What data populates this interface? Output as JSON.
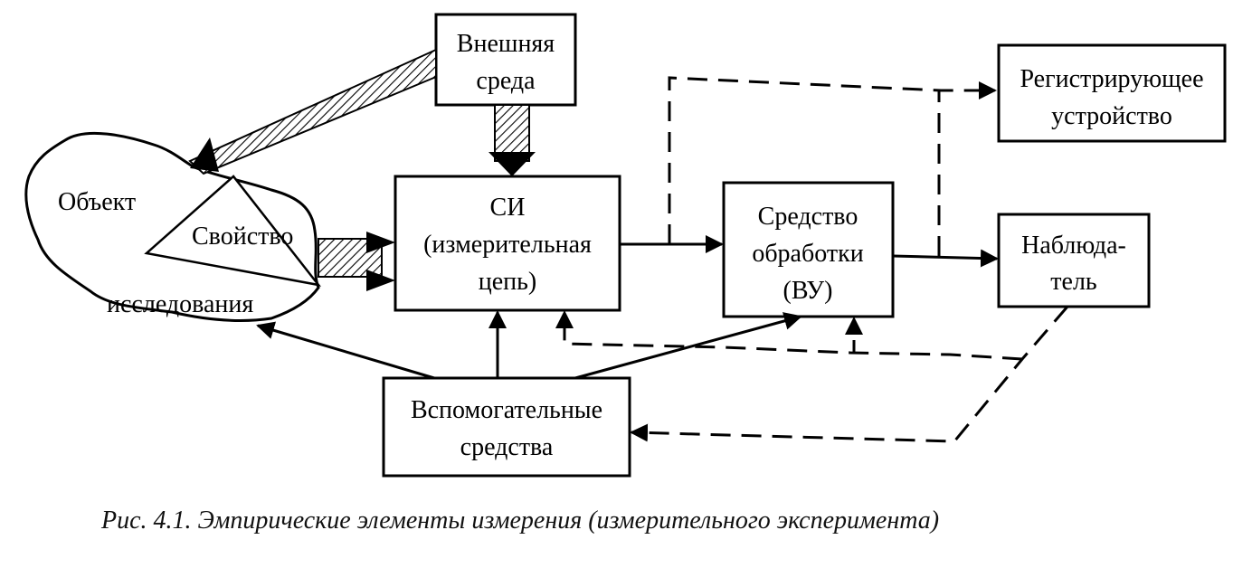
{
  "nodes": {
    "external_env": {
      "line1": "Внешняя",
      "line2": "среда"
    },
    "si": {
      "line1": "СИ",
      "line2": "(измерительная",
      "line3": "цепь)"
    },
    "processor": {
      "line1": "Средство",
      "line2": "обработки",
      "line3": "(ВУ)"
    },
    "recorder": {
      "line1": "Регистрирующее",
      "line2": "устройство"
    },
    "observer": {
      "line1": "Наблюда-",
      "line2": "тель"
    },
    "aux": {
      "line1": "Вспомогательные",
      "line2": "средства"
    },
    "object": {
      "line1": "Объект",
      "line2": "исследования"
    },
    "property": {
      "label": "Свойство"
    }
  },
  "caption": "Рис. 4.1. Эмпирические элементы измерения (измерительного эксперимента)"
}
